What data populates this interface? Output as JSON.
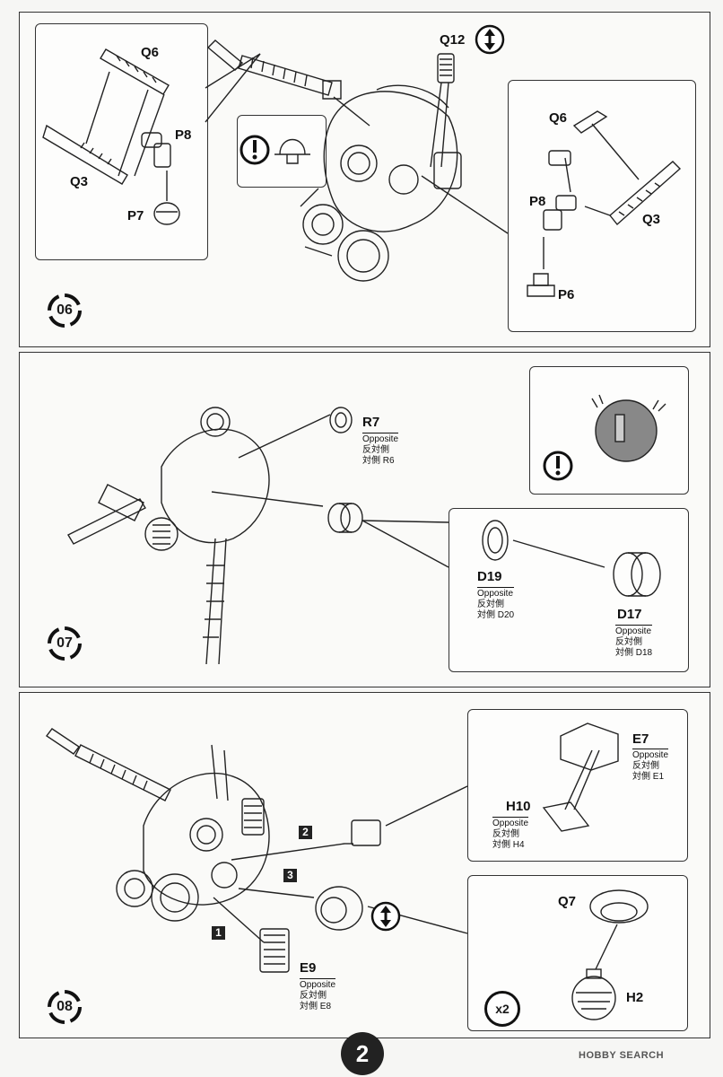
{
  "steps": [
    {
      "number": "06",
      "main_labels": {
        "q6": "Q6",
        "p8": "P8",
        "q3": "Q3",
        "p7": "P7",
        "q12": "Q12"
      },
      "detail_labels": {
        "q6": "Q6",
        "p8": "P8",
        "q3": "Q3",
        "p6": "P6"
      },
      "warning_icon": "exclamation-icon",
      "flip_icon": "updown-arrow-icon"
    },
    {
      "number": "07",
      "r7": {
        "part": "R7",
        "opposite_en": "Opposite",
        "opposite_cn": "反対側",
        "opposite_part": "対側 R6"
      },
      "d19": {
        "part": "D19",
        "opposite_en": "Opposite",
        "opposite_cn": "反対側",
        "opposite_part": "対側 D20"
      },
      "d17": {
        "part": "D17",
        "opposite_en": "Opposite",
        "opposite_cn": "反対側",
        "opposite_part": "対側 D18"
      },
      "warning_icon": "exclamation-icon"
    },
    {
      "number": "08",
      "sequence": [
        "1",
        "2",
        "3"
      ],
      "e7": {
        "part": "E7",
        "opposite_en": "Opposite",
        "opposite_cn": "反対側",
        "opposite_part": "対側 E1"
      },
      "h10": {
        "part": "H10",
        "opposite_en": "Opposite",
        "opposite_cn": "反対側",
        "opposite_part": "対側 H4"
      },
      "e9": {
        "part": "E9",
        "opposite_en": "Opposite",
        "opposite_cn": "反対側",
        "opposite_part": "対側 E8"
      },
      "q7": "Q7",
      "h2": "H2",
      "multiplier": "x2",
      "flip_icon": "updown-arrow-icon"
    }
  ],
  "page_number": "2",
  "watermark": "HOBBY SEARCH"
}
